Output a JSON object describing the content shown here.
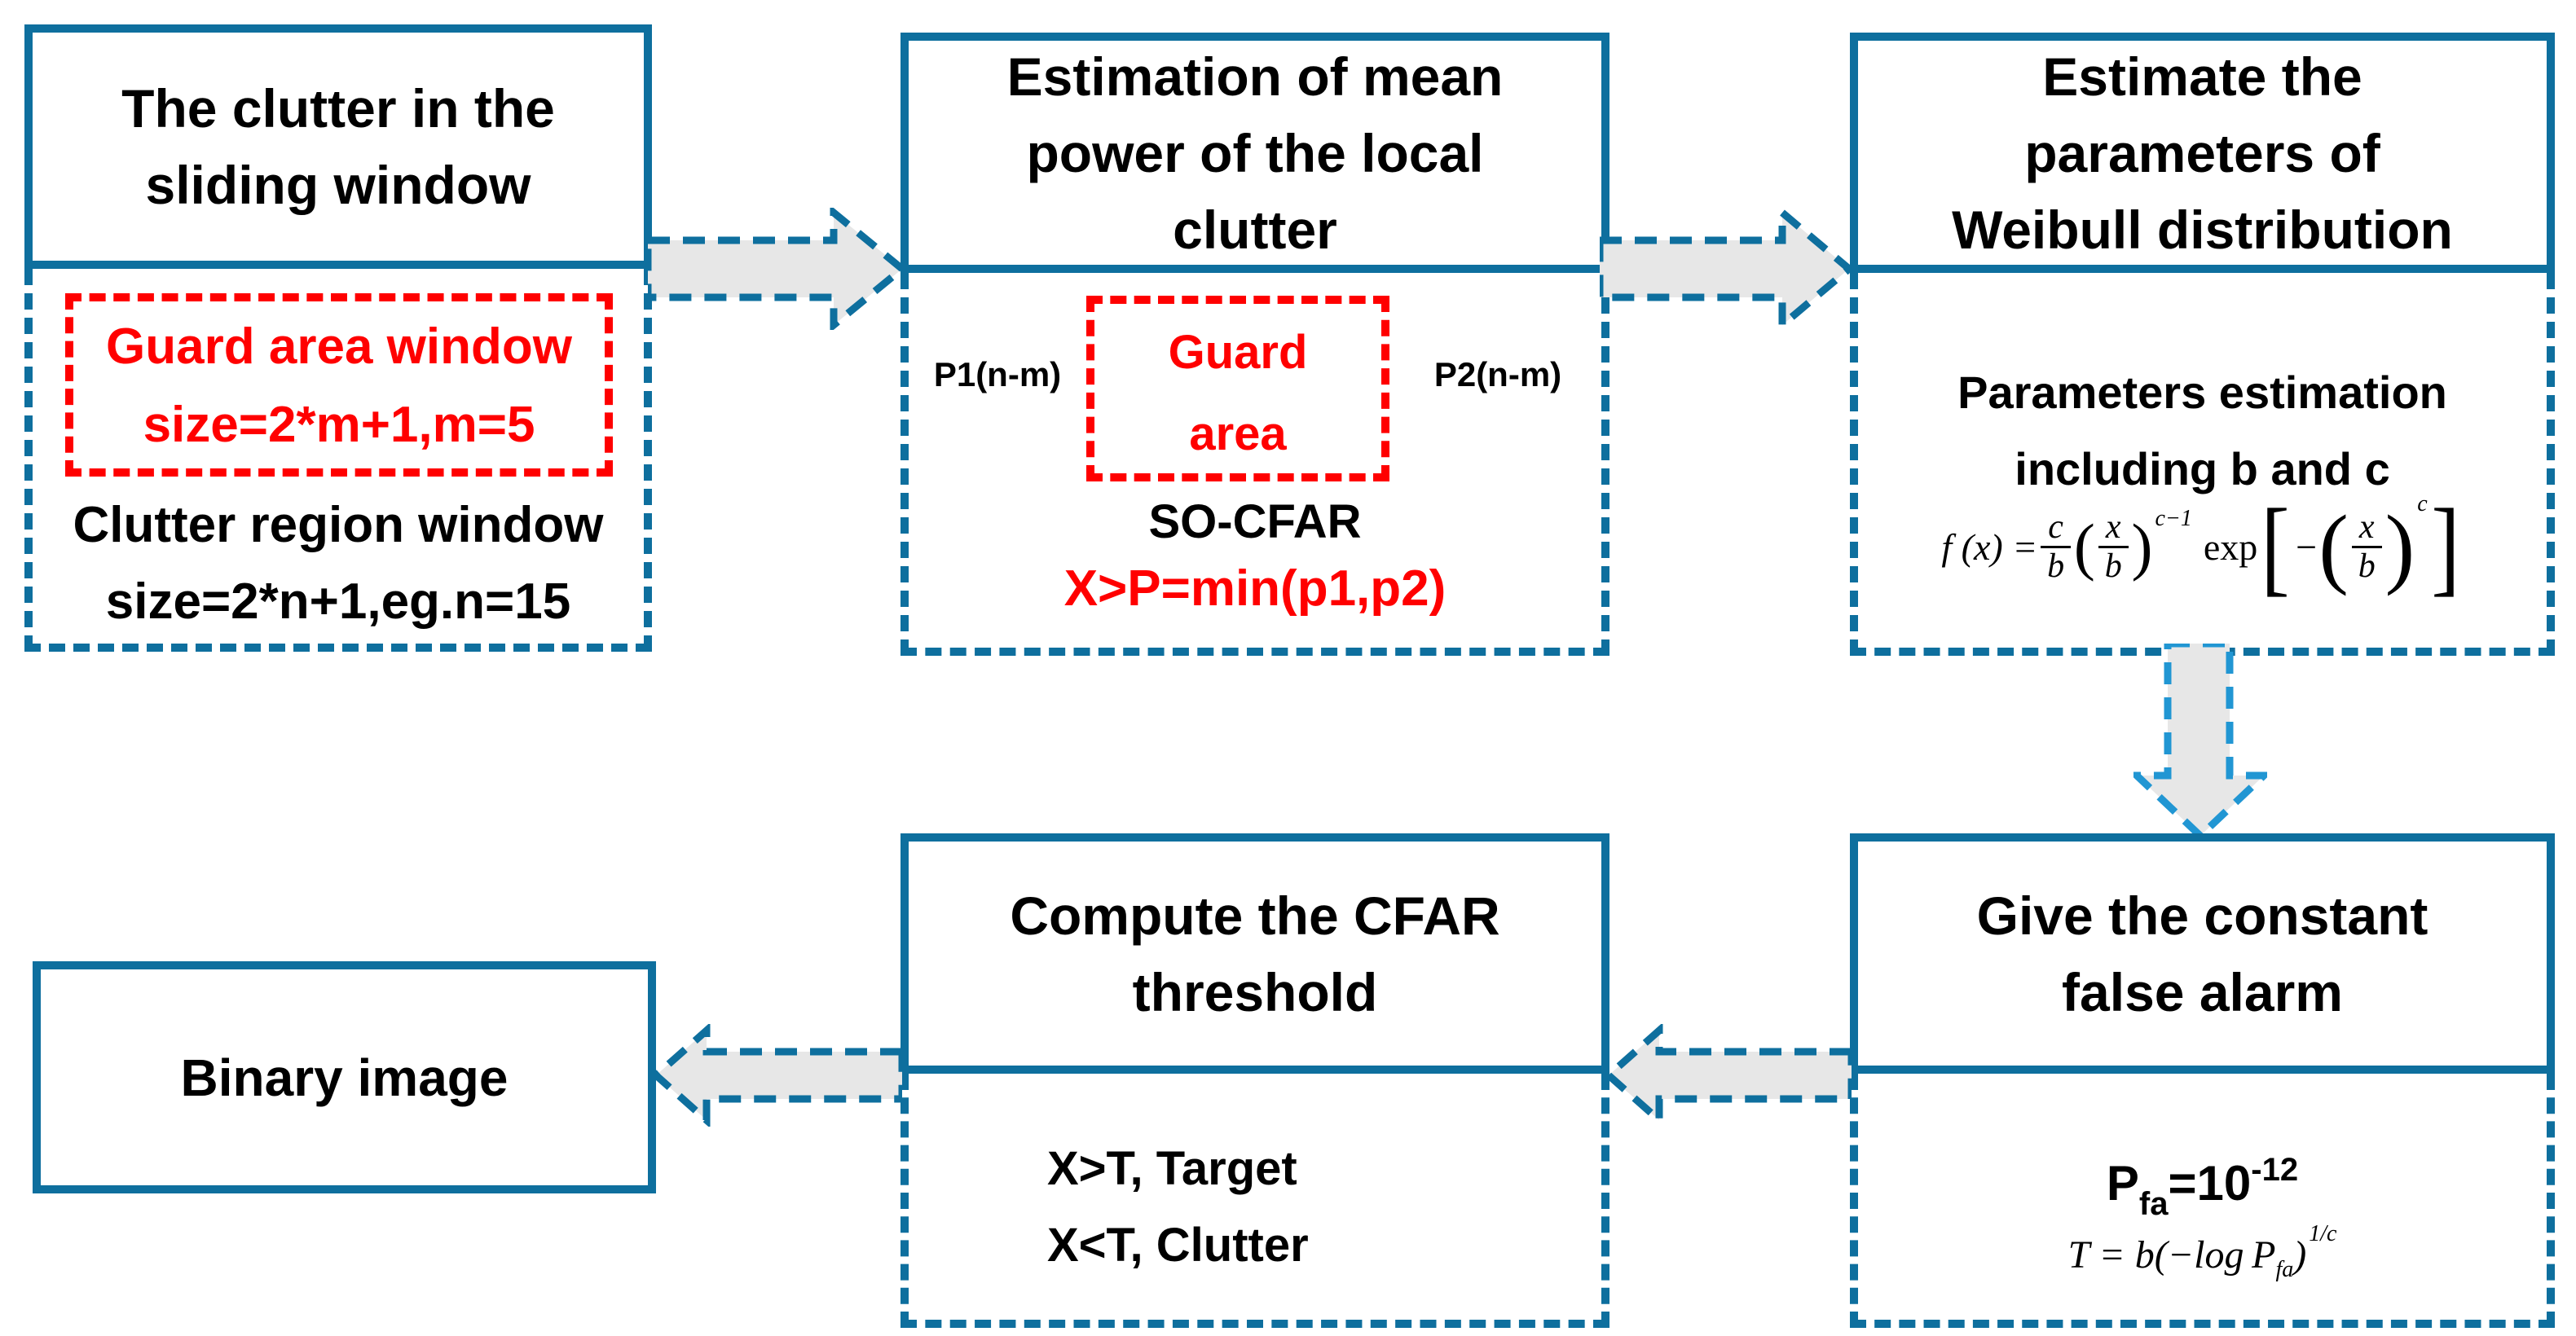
{
  "colors": {
    "blue": "#0e6f9e",
    "arrow_blue": "#2196d3",
    "arrow_fill": "#e7e7e7",
    "red": "#ff0000",
    "black": "#000000"
  },
  "boxes": {
    "clutter_window": {
      "title_lines": [
        "The clutter in the",
        "sliding window"
      ],
      "guard_line1": "Guard area window",
      "guard_line2": "size=2*m+1,m=5",
      "clutter_line1": "Clutter region window",
      "clutter_line2": "size=2*n+1,eg.n=15"
    },
    "mean_power": {
      "title_lines": [
        "Estimation of mean",
        "power of the local",
        "clutter"
      ],
      "p1_label": "P1(n-m)",
      "p2_label": "P2(n-m)",
      "guard_line1": "Guard",
      "guard_line2": "area",
      "so_cfar": "SO-CFAR",
      "min_rule": "X>P=min(p1,p2)"
    },
    "weibull": {
      "title_lines": [
        "Estimate the",
        "parameters of",
        "Weibull distribution"
      ],
      "sub_line1": "Parameters estimation",
      "sub_line2": "including b and c",
      "formula": {
        "lhs": "f (x) =",
        "frac1_num": "c",
        "frac1_den": "b",
        "open1": "(",
        "frac2_num": "x",
        "frac2_den": "b",
        "close1": ")",
        "sup1": "c−1",
        "exp_word": "exp",
        "open_bracket": "[",
        "minus": "−",
        "open2": "(",
        "frac3_num": "x",
        "frac3_den": "b",
        "close2": ")",
        "sup2": "c",
        "close_bracket": "]"
      }
    },
    "cfar_threshold": {
      "title_lines": [
        "Compute the CFAR",
        "threshold"
      ],
      "rule1": "X>T, Target",
      "rule2": "X<T, Clutter"
    },
    "false_alarm": {
      "title_lines": [
        "Give the constant",
        "false alarm"
      ],
      "pfa": {
        "p": "P",
        "sub": "fa",
        "eq": "=10",
        "sup": "-12"
      },
      "threshold_formula": {
        "lead": "T = b(−log ",
        "p": "P",
        "sub": "fa",
        "close": ")",
        "sup": "1/c"
      }
    },
    "binary": {
      "title_lines": [
        "Binary image"
      ]
    }
  }
}
